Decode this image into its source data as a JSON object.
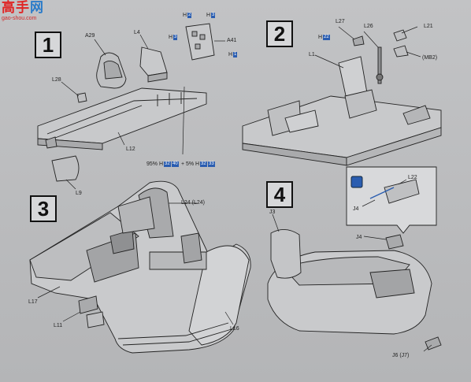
{
  "watermark": {
    "title_left": "高",
    "title_mid": "手",
    "title_right": "网",
    "url": "gao-shou.com"
  },
  "steps": {
    "s1": "1",
    "s2": "2",
    "s3": "3",
    "s4": "4"
  },
  "step1": {
    "labels": {
      "a29": "A29",
      "l4": "L4",
      "l28": "L28",
      "l12": "L12",
      "l9": "L9",
      "a41": "A41",
      "h2": "H",
      "h2n": "2",
      "h3": "H",
      "h3n": "3",
      "h3b": "H",
      "h3bn": "3",
      "h1": "H",
      "h1n": "1",
      "pct95": "95%",
      "h32a": "H",
      "h32an": "32",
      "h32b": "40",
      "plus": "+",
      "pct5": "5%",
      "h32c": "H",
      "h32cn": "32",
      "h32d": "33"
    }
  },
  "step2": {
    "labels": {
      "l27": "L27",
      "l26": "L26",
      "l21": "L21",
      "l1": "L1",
      "mb2": "(MB2)",
      "h22": "H",
      "h22n": "22"
    }
  },
  "step3": {
    "labels": {
      "l24": "L24 (L24)",
      "l17": "L17",
      "l11": "L11",
      "l16": "L16"
    }
  },
  "step4": {
    "labels": {
      "l22": "L22",
      "j4a": "J4",
      "j3": "J3",
      "j4b": "J4",
      "j6": "J6 (J7)"
    }
  }
}
